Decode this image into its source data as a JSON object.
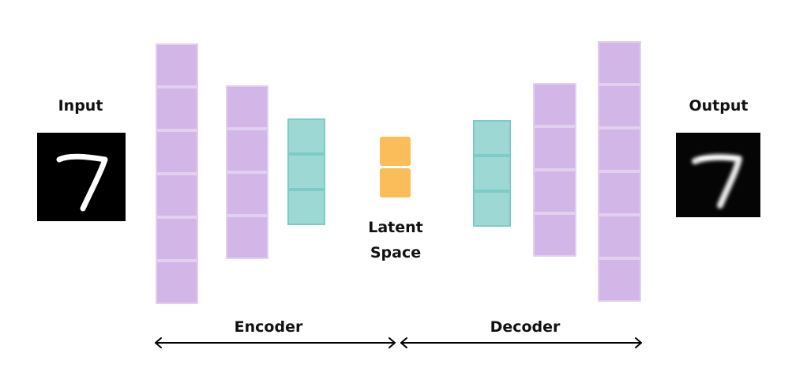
{
  "labels": {
    "input": "Input",
    "output": "Output",
    "latent_line1": "Latent",
    "latent_line2": "Space",
    "encoder": "Encoder",
    "decoder": "Decoder"
  },
  "digit": "7",
  "colors": {
    "layer": "#d3b6e8",
    "bottleneck": "#9dd8d4",
    "latent": "#fbbd5a"
  },
  "layers": {
    "encoder": [
      6,
      4,
      3
    ],
    "latent": 2,
    "decoder": [
      3,
      4,
      6
    ]
  }
}
